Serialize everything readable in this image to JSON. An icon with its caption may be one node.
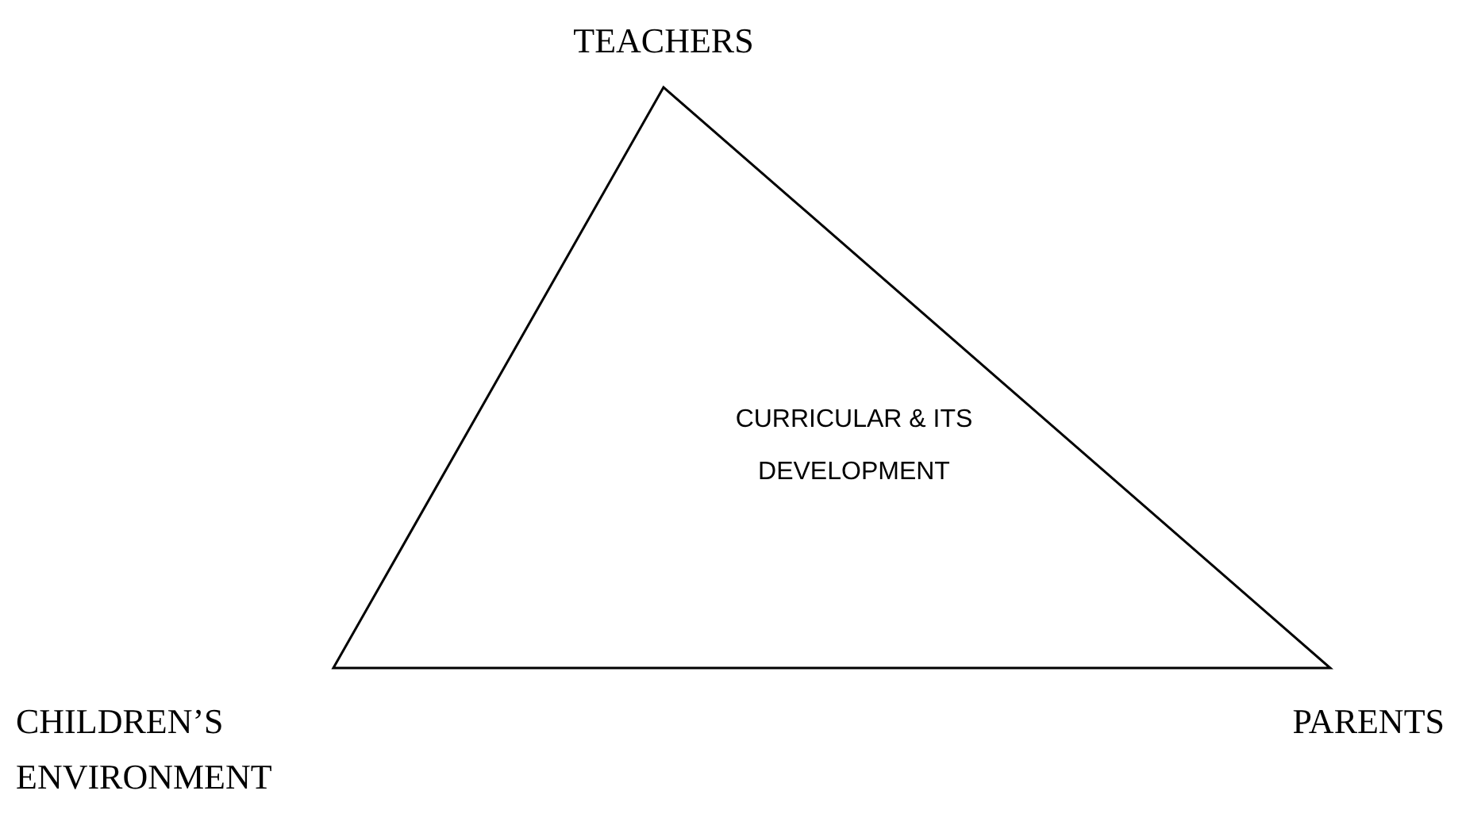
{
  "diagram": {
    "nodes": [
      {
        "text": [
          "CURRICULAR & ITS DEVELOPMENT"
        ]
      }
    ],
    "labels": [
      "TEACHERS",
      "CHILDREN’S ENVIRONMENT",
      "PARENTS"
    ]
  }
}
